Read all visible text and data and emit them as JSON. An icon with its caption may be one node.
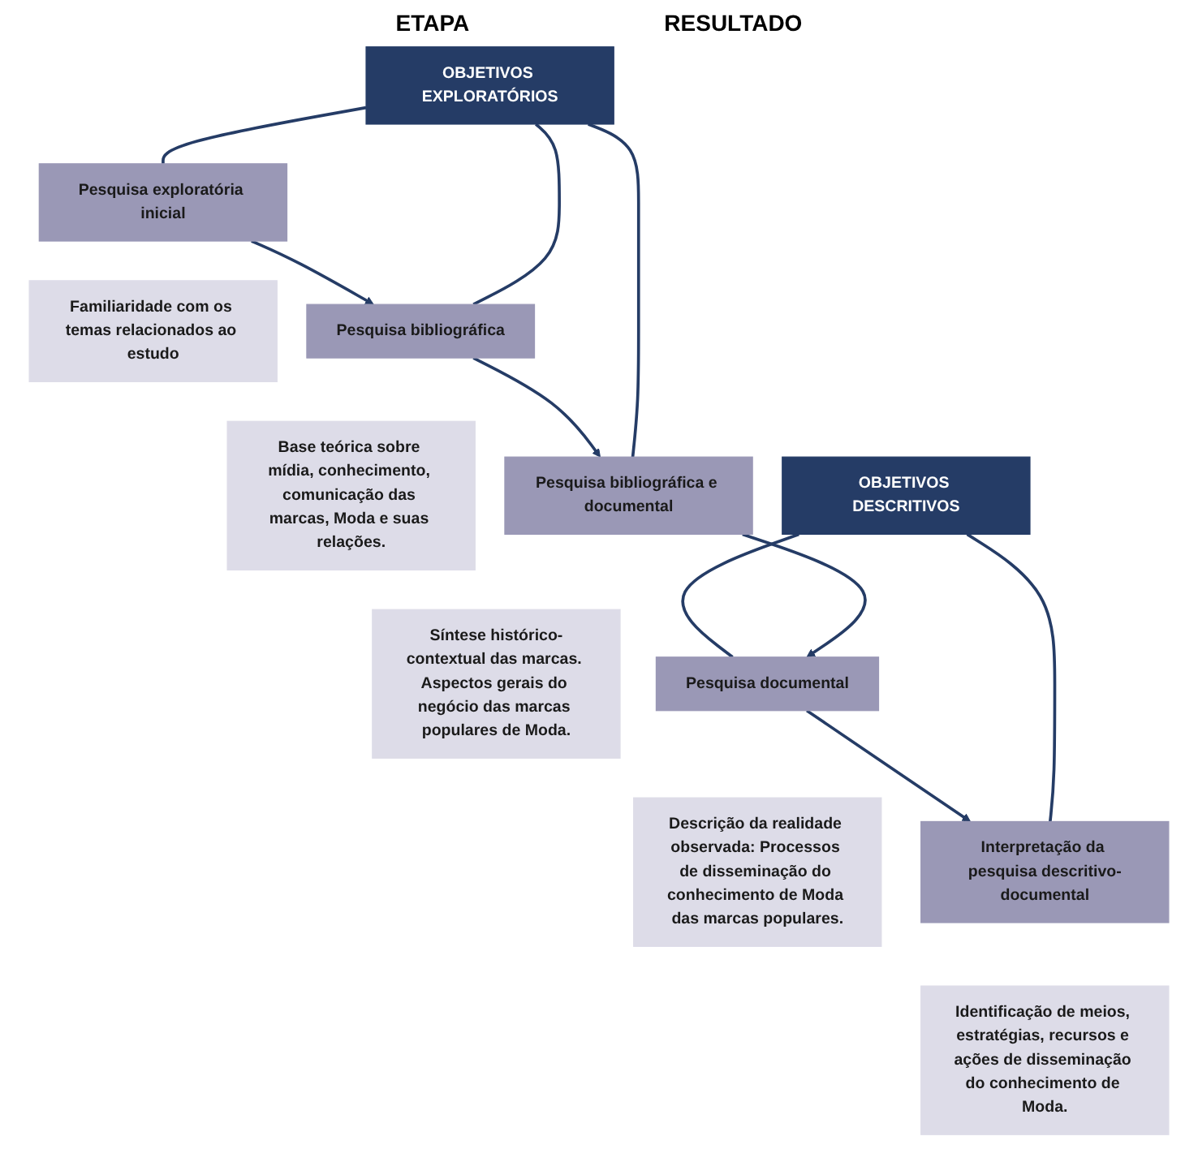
{
  "diagram": {
    "nodes": [
      {
        "text": [
          "OBJETIVOS EXPLORATÓRIOS"
        ]
      },
      {
        "text": [
          "Pesquisa exploratória inicial"
        ]
      },
      {
        "text": [
          "Familiaridade com os temas relacionados ao estudo"
        ]
      },
      {
        "text": [
          "Pesquisa bibliográfica"
        ]
      },
      {
        "text": [
          "Base teórica sobre mídia, conhecimento, comunicação das marcas, Moda e suas relações."
        ]
      },
      {
        "text": [
          "Pesquisa bibliográfica e documental"
        ]
      },
      {
        "text": [
          "Síntese histórico-contextual das marcas. Aspectos gerais do negócio das marcas populares de Moda."
        ]
      },
      {
        "text": [
          "OBJETIVOS DESCRITIVOS"
        ]
      },
      {
        "text": [
          "Pesquisa documental"
        ]
      },
      {
        "text": [
          "Descrição da realidade observada: Processos de disseminação do conhecimento de Moda das marcas populares."
        ]
      },
      {
        "text": [
          "Interpretação da pesquisa descritivo-documental"
        ]
      },
      {
        "text": [
          "Identificação de meios, estratégias, recursos e ações de disseminação do conhecimento de Moda."
        ]
      }
    ],
    "edges": [
      {
        "from": 0,
        "to": 1,
        "arrow": "none"
      },
      {
        "from": 0,
        "to": 3,
        "arrow": "none"
      },
      {
        "from": 0,
        "to": 5,
        "arrow": "none"
      },
      {
        "from": 1,
        "to": 3,
        "arrow": "to"
      },
      {
        "from": 3,
        "to": 5,
        "arrow": "to"
      },
      {
        "from": 5,
        "to": 8,
        "arrow": "to"
      },
      {
        "from": 7,
        "to": 8,
        "arrow": "none"
      },
      {
        "from": 7,
        "to": 10,
        "arrow": "none"
      },
      {
        "from": 8,
        "to": 10,
        "arrow": "to"
      }
    ],
    "labels": [
      "ETAPA",
      "RESULTADO"
    ]
  }
}
